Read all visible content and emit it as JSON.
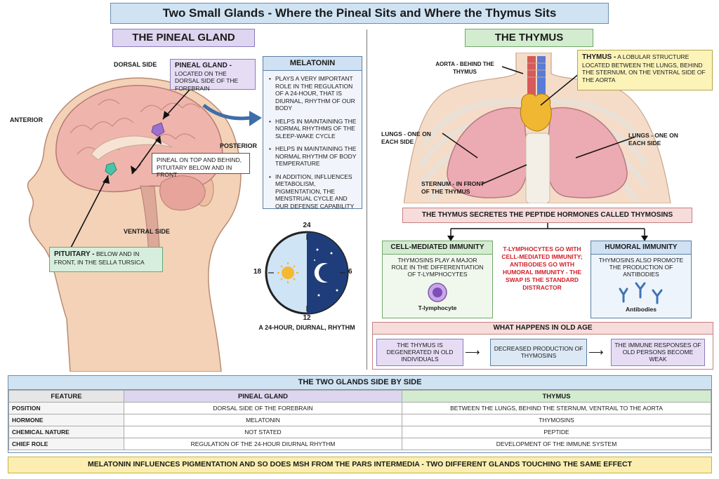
{
  "title": "Two Small Glands - Where the Pineal Sits and Where the Thymus Sits",
  "pineal": {
    "heading": "THE PINEAL GLAND",
    "orientation": {
      "dorsal": "DORSAL SIDE",
      "anterior": "ANTERIOR",
      "posterior": "POSTERIOR",
      "ventral": "VENTRAL SIDE"
    },
    "callout_title": "PINEAL GLAND -",
    "callout_text": "LOCATED ON THE DORSAL SIDE OF THE FOREBRAIN",
    "relation_note": "PINEAL ON TOP AND BEHIND, PITUITARY BELOW AND IN FRONT",
    "pituitary_title": "PITUITARY -",
    "pituitary_text": "BELOW AND IN FRONT, IN THE SELLA TURSICA",
    "melatonin": {
      "heading": "MELATONIN",
      "items": [
        "PLAYS A VERY IMPORTANT ROLE IN THE REGULATION OF A 24-HOUR, THAT IS DIURNAL, RHYTHM OF OUR BODY",
        "HELPS IN MAINTAINING THE NORMAL RHYTHMS OF THE SLEEP-WAKE CYCLE",
        "HELPS IN MAINTAINING THE NORMAL RHYTHM OF BODY TEMPERATURE",
        "IN ADDITION, INFLUENCES METABOLISM, PIGMENTATION, THE MENSTRUAL CYCLE AND OUR DEFENSE CAPABILITY"
      ]
    },
    "clock": {
      "top": "24",
      "right": "6",
      "bottom": "12",
      "left": "18",
      "caption": "A 24-HOUR, DIURNAL, RHYTHM"
    }
  },
  "thymus": {
    "heading": "THE THYMUS",
    "aorta_label": "AORTA - BEHIND THE THYMUS",
    "callout_title": "THYMUS -",
    "callout_text": "A LOBULAR STRUCTURE LOCATED BETWEEN THE LUNGS, BEHIND THE STERNUM, ON THE VENTRAL SIDE OF THE AORTA",
    "lungs_left": "LUNGS - ONE ON EACH SIDE",
    "lungs_right": "LUNGS - ONE ON EACH SIDE",
    "sternum_label": "STERNUM - IN FRONT OF THE THYMUS",
    "secretes": "THE THYMUS SECRETES THE PEPTIDE HORMONES CALLED THYMOSINS",
    "cell_mediated": {
      "heading": "CELL-MEDIATED IMMUNITY",
      "text": "THYMOSINS PLAY A MAJOR ROLE IN THE DIFFERENTIATION OF T-LYMPHOCYTES",
      "caption": "T-lymphocyte"
    },
    "warning": "T-LYMPHOCYTES GO WITH CELL-MEDIATED IMMUNITY; ANTIBODIES GO WITH HUMORAL IMMUNITY - THE SWAP IS THE STANDARD DISTRACTOR",
    "humoral": {
      "heading": "HUMORAL IMMUNITY",
      "text": "THYMOSINS ALSO PROMOTE THE PRODUCTION OF ANTIBODIES",
      "caption": "Antibodies"
    },
    "old_age": {
      "heading": "WHAT HAPPENS IN OLD AGE",
      "steps": [
        "THE THYMUS IS DEGENERATED IN OLD INDIVIDUALS",
        "DECREASED PRODUCTION OF THYMOSINS",
        "THE IMMUNE RESPONSES OF OLD PERSONS BECOME WEAK"
      ]
    }
  },
  "comparison": {
    "heading": "THE TWO GLANDS SIDE BY SIDE",
    "columns": [
      "FEATURE",
      "PINEAL GLAND",
      "THYMUS"
    ],
    "rows": [
      [
        "POSITION",
        "DORSAL SIDE OF THE FOREBRAIN",
        "BETWEEN THE LUNGS, BEHIND THE STERNUM, VENTRAIL TO THE AORTA"
      ],
      [
        "HORMONE",
        "MELATONIN",
        "THYMOSINS"
      ],
      [
        "CHEMICAL NATURE",
        "NOT STATED",
        "PEPTIDE"
      ],
      [
        "CHIEF ROLE",
        "REGULATION OF THE 24-HOUR DIURNAL RHYTHM",
        "DEVELOPMENT OF THE IMMUNE SYSTEM"
      ]
    ]
  },
  "footer": "MELATONIN INFLUENCES PIGMENTATION AND SO DOES MSH FROM THE PARS INTERMEDIA - TWO DIFFERENT GLANDS TOUCHING THE SAME EFFECT",
  "colors": {
    "pineal_accent": "#ded5f0",
    "thymus_accent": "#d3ecd0",
    "melatonin_accent": "#cfe1f3",
    "warning_red": "#d0202a",
    "footer_bg": "#fbeeb0"
  }
}
